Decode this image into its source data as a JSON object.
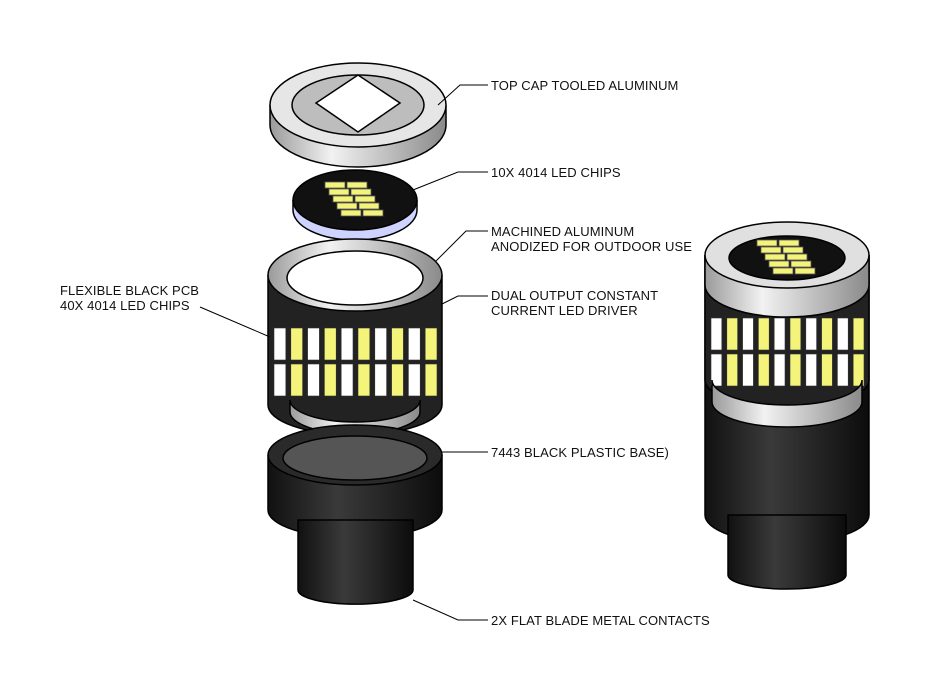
{
  "labels": {
    "top_cap": "TOP CAP TOOLED ALUMINUM",
    "led_chips": "10X 4014 LED CHIPS",
    "housing_line1": "MACHINED ALUMINUM",
    "housing_line2": "ANODIZED FOR OUTDOOR USE",
    "driver_line1": "DUAL OUTPUT CONSTANT",
    "driver_line2": "CURRENT LED DRIVER",
    "pcb_line1": "FLEXIBLE BLACK PCB",
    "pcb_line2": "40X 4014 LED CHIPS",
    "base": "7443 BLACK PLASTIC BASE)",
    "contacts": "2X FLAT BLADE METAL CONTACTS"
  },
  "colors": {
    "led": "#f4f47a",
    "metal": "#d8d8d8",
    "base": "#1c1c1c"
  }
}
